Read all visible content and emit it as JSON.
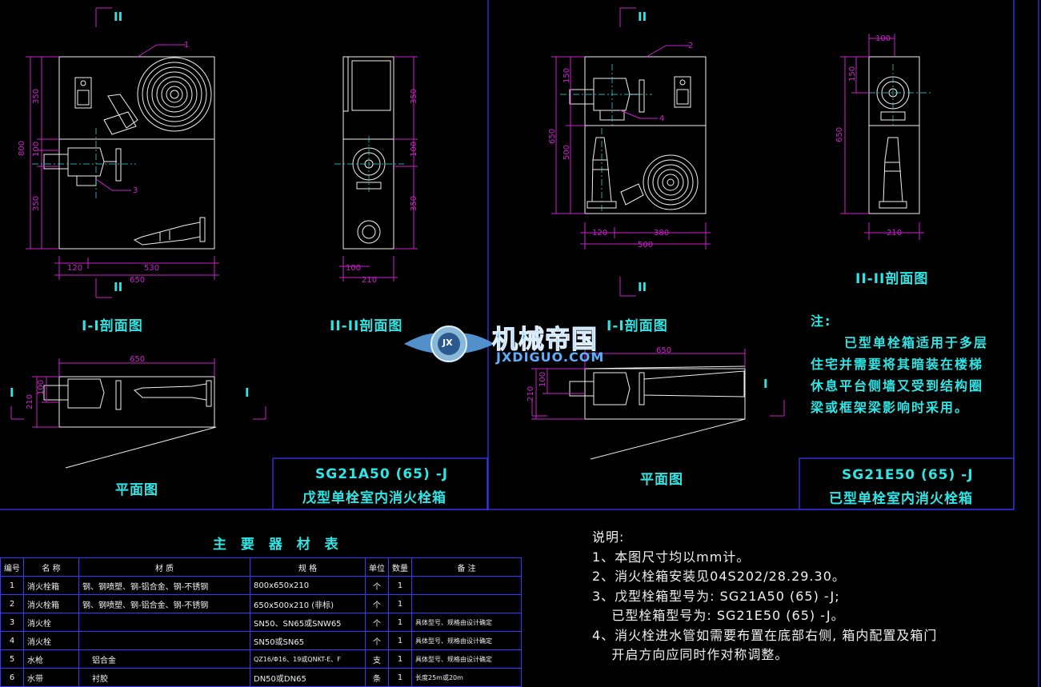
{
  "colors": {
    "dim": "#d020d0",
    "cyan": "#2ee6e6",
    "frame": "#3838ff",
    "line": "#f0f0f0"
  },
  "left": {
    "section_a_label": "I-I剖面图",
    "section_b_label": "II-II剖面图",
    "plan_label": "平面图",
    "marker_II": "II",
    "marker_I": "I",
    "callout_1": "1",
    "callout_3": "3",
    "dims": {
      "h800": "800",
      "h350a": "350",
      "h100": "100",
      "h350b": "350",
      "w120": "120",
      "w530": "530",
      "w650": "650",
      "r350a": "350",
      "r100": "100",
      "r350b": "350",
      "b100": "100",
      "b210": "210",
      "p650": "650",
      "p210": "210",
      "p100": "100"
    },
    "title_code": "SG21A50 (65) -J",
    "title_name": "戊型单栓室内消火栓箱"
  },
  "right": {
    "section_a_label": "I-I剖面图",
    "section_b_label": "II-II剖面图",
    "plan_label": "平面图",
    "marker_II": "II",
    "marker_I": "I",
    "callout_2": "2",
    "callout_4": "4",
    "dims": {
      "h650": "650",
      "h150": "150",
      "h500": "500",
      "w120": "120",
      "w380": "380",
      "w500": "500",
      "s100": "100",
      "s150": "150",
      "s650": "650",
      "s210": "210",
      "p650": "650",
      "p210": "210",
      "p100": "100"
    },
    "note_title": "注:",
    "note_lines": [
      "已型单栓箱适用于多层",
      "住宅并需要将其暗装在楼梯",
      "休息平台侧墙又受到结构圈",
      "梁或框架梁影响时采用。"
    ],
    "title_code": "SG21E50 (65) -J",
    "title_name": "已型单栓室内消火栓箱"
  },
  "bom": {
    "title": "主 要 器 材 表",
    "headers": [
      "编号",
      "名  称",
      "材  质",
      "规  格",
      "单位",
      "数量",
      "备  注"
    ],
    "rows": [
      [
        "1",
        "消火栓箱",
        "钢、钢喷塑、钢-铝合金、钢-不锈钢",
        "800x650x210",
        "个",
        "1",
        ""
      ],
      [
        "2",
        "消火栓箱",
        "钢、钢喷塑、钢-铝合金、钢-不锈钢",
        "650x500x210 (非标)",
        "个",
        "1",
        ""
      ],
      [
        "3",
        "消火栓",
        "",
        "SN50、SN65或SNW65",
        "个",
        "1",
        "具体型号、规格由设计确定"
      ],
      [
        "4",
        "消火栓",
        "",
        "SN50或SN65",
        "个",
        "1",
        "具体型号、规格由设计确定"
      ],
      [
        "5",
        "水枪",
        "铝合金",
        "QZ16/Φ16、19或QNKT-E、F",
        "支",
        "1",
        "具体型号、规格由设计确定"
      ],
      [
        "6",
        "水带",
        "衬胶",
        "DN50或DN65",
        "条",
        "1",
        "长度25m或20m"
      ]
    ]
  },
  "explain": {
    "title": "说明:",
    "lines": [
      "1、本图尺寸均以mm计。",
      "2、消火栓箱安装见04S202/28.29.30。",
      "3、戊型栓箱型号为: SG21A50 (65) -J;",
      "    已型栓箱型号为: SG21E50 (65) -J。",
      "4、消火栓进水管如需要布置在底部右侧, 箱内配置及箱门",
      "    开启方向应同时作对称调整。"
    ]
  },
  "watermark": {
    "cn": "机械帝国",
    "en": "JXDIGUO.COM",
    "badge": "JX"
  }
}
